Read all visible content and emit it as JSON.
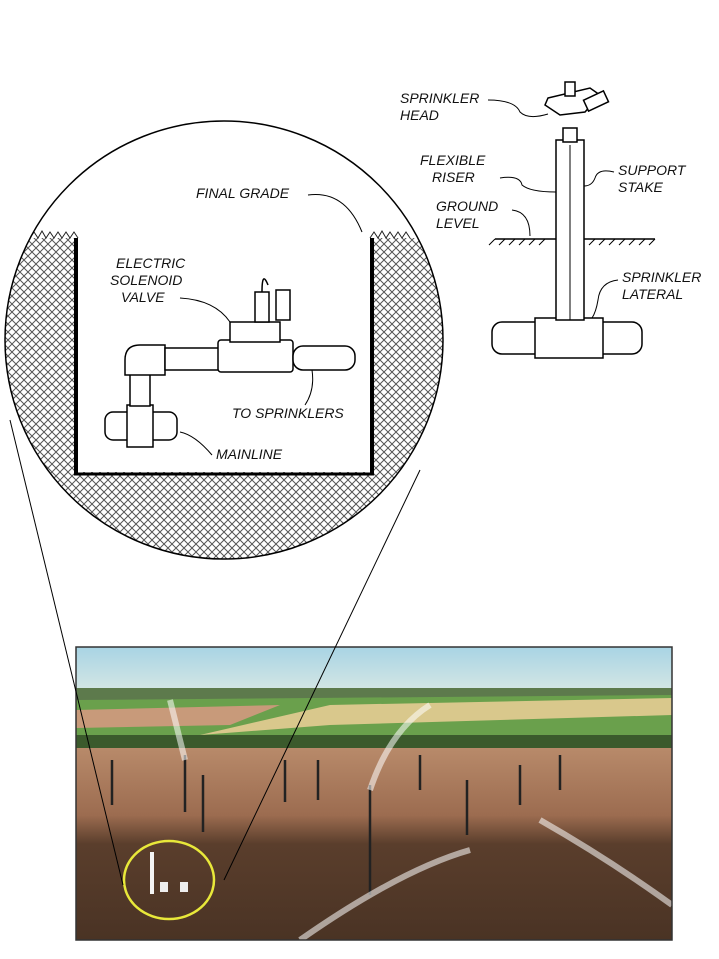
{
  "detail_pit": {
    "final_grade": "FINAL GRADE",
    "valve_label": [
      "ELECTRIC",
      "SOLENOID",
      "VALVE"
    ],
    "to_sprinklers": "TO SPRINKLERS",
    "mainline": "MAINLINE"
  },
  "sprinkler_detail": {
    "head": [
      "SPRINKLER",
      "HEAD"
    ],
    "riser": [
      "FLEXIBLE",
      "RISER"
    ],
    "stake": [
      "SUPPORT",
      "STAKE"
    ],
    "ground": [
      "GROUND",
      "LEVEL"
    ],
    "lateral": [
      "SPRINKLER",
      "LATERAL"
    ]
  },
  "colors": {
    "highlight_circle": "#e8e83a",
    "sky": "#a9d3e0",
    "soil": "#6a4a32"
  }
}
